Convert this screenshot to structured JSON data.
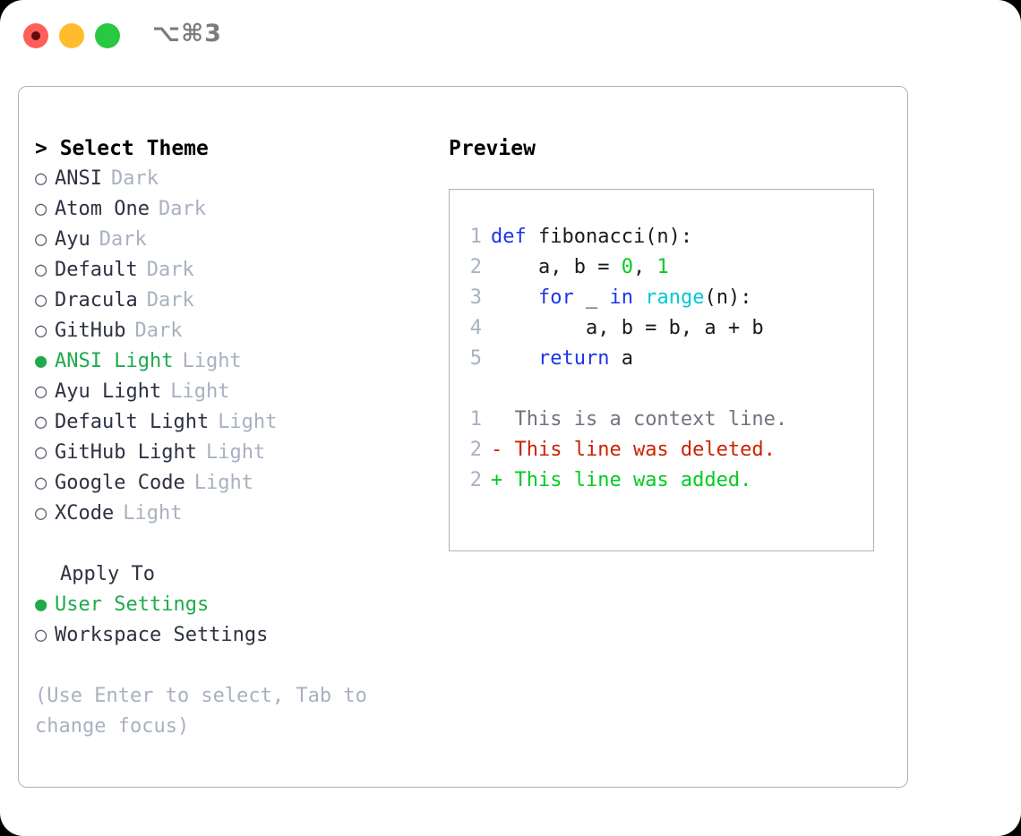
{
  "window": {
    "shortcut_label": "⌥⌘3",
    "traffic_lights": [
      {
        "name": "close",
        "color": "#ff5f57"
      },
      {
        "name": "minimize",
        "color": "#ffbd2e"
      },
      {
        "name": "maximize",
        "color": "#28c840"
      }
    ],
    "border_color": "#aab3c2"
  },
  "theme_selector": {
    "header": "> Select Theme",
    "cursor_glyph": ">",
    "bullet_selected": "●",
    "bullet_unselected": "○",
    "accent_color": "#1faa4b",
    "badge_color": "#a9b1c0",
    "items": [
      {
        "bullet": "○",
        "name": "ANSI",
        "badge": "Dark",
        "selected": false
      },
      {
        "bullet": "○",
        "name": "Atom One",
        "badge": "Dark",
        "selected": false
      },
      {
        "bullet": "○",
        "name": "Ayu",
        "badge": "Dark",
        "selected": false
      },
      {
        "bullet": "○",
        "name": "Default",
        "badge": "Dark",
        "selected": false
      },
      {
        "bullet": "○",
        "name": "Dracula",
        "badge": "Dark",
        "selected": false
      },
      {
        "bullet": "○",
        "name": "GitHub",
        "badge": "Dark",
        "selected": false
      },
      {
        "bullet": "●",
        "name": "ANSI Light",
        "badge": "Light",
        "selected": true
      },
      {
        "bullet": "○",
        "name": "Ayu Light",
        "badge": "Light",
        "selected": false
      },
      {
        "bullet": "○",
        "name": "Default Light",
        "badge": "Light",
        "selected": false
      },
      {
        "bullet": "○",
        "name": "GitHub Light",
        "badge": "Light",
        "selected": false
      },
      {
        "bullet": "○",
        "name": "Google Code",
        "badge": "Light",
        "selected": false
      },
      {
        "bullet": "○",
        "name": "XCode",
        "badge": "Light",
        "selected": false
      }
    ]
  },
  "apply_to": {
    "header": "Apply To",
    "items": [
      {
        "bullet": "●",
        "label": "User Settings",
        "selected": true
      },
      {
        "bullet": "○",
        "label": "Workspace Settings",
        "selected": false
      }
    ]
  },
  "help": {
    "text": "(Use Enter to select, Tab to change focus)"
  },
  "preview": {
    "header": "Preview",
    "code_lines": [
      {
        "num": "1",
        "tokens": [
          {
            "t": "def ",
            "c": "kw"
          },
          {
            "t": "fibonacci(n):",
            "c": "text"
          }
        ]
      },
      {
        "num": "2",
        "tokens": [
          {
            "t": "    a, b = ",
            "c": "text"
          },
          {
            "t": "0",
            "c": "num"
          },
          {
            "t": ", ",
            "c": "text"
          },
          {
            "t": "1",
            "c": "num"
          }
        ]
      },
      {
        "num": "3",
        "tokens": [
          {
            "t": "    ",
            "c": "text"
          },
          {
            "t": "for",
            "c": "kw"
          },
          {
            "t": " _ ",
            "c": "text"
          },
          {
            "t": "in",
            "c": "kw"
          },
          {
            "t": " ",
            "c": "text"
          },
          {
            "t": "range",
            "c": "fn"
          },
          {
            "t": "(n):",
            "c": "text"
          }
        ]
      },
      {
        "num": "4",
        "tokens": [
          {
            "t": "        a, b = b, a + b",
            "c": "text"
          }
        ]
      },
      {
        "num": "5",
        "tokens": [
          {
            "t": "    ",
            "c": "text"
          },
          {
            "t": "return",
            "c": "kw"
          },
          {
            "t": " a",
            "c": "text"
          }
        ]
      }
    ],
    "diff_lines": [
      {
        "num": "1",
        "marker": " ",
        "text": " This is a context line.",
        "kind": "ctx"
      },
      {
        "num": "2",
        "marker": "-",
        "text": " This line was deleted.",
        "kind": "del"
      },
      {
        "num": "2",
        "marker": "+",
        "text": " This line was added.",
        "kind": "add"
      }
    ]
  }
}
